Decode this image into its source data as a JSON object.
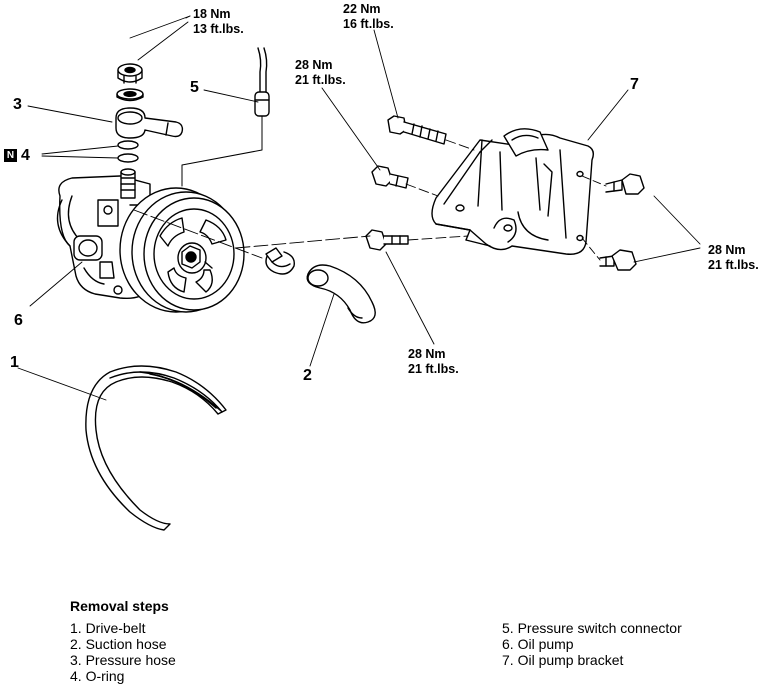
{
  "torque_specs": {
    "top_left": [
      "18 Nm",
      "13 ft.lbs."
    ],
    "top_center": [
      "22 Nm",
      "16 ft.lbs."
    ],
    "center": [
      "28 Nm",
      "21 ft.lbs."
    ],
    "right": [
      "28 Nm",
      "21 ft.lbs."
    ],
    "bottom": [
      "28 Nm",
      "21 ft.lbs."
    ]
  },
  "callouts": {
    "c1": "1",
    "c2": "2",
    "c3": "3",
    "c4": "4",
    "c5": "5",
    "c6": "6",
    "c7": "7",
    "new_part_badge": "N"
  },
  "removal_steps": {
    "title": "Removal steps",
    "items": [
      "1. Drive-belt",
      "2. Suction hose",
      "3. Pressure hose",
      "4. O-ring",
      "5. Pressure switch connector",
      "6. Oil pump",
      "7. Oil pump bracket"
    ]
  }
}
